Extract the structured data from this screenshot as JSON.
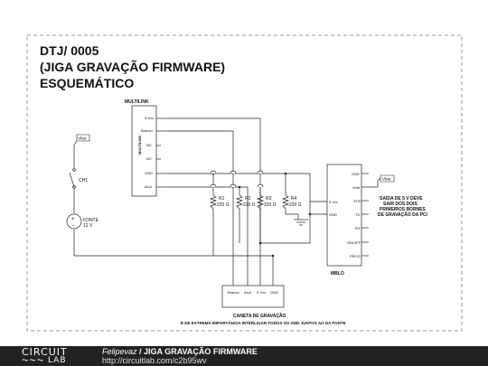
{
  "title": {
    "line1": "DTJ/ 0005",
    "line2": "(JIGA GRAVAÇÃO FIRMWARE)",
    "line3": "ESQUEMÁTICO"
  },
  "multilink": {
    "label": "MULTILINK",
    "vertical_label": "MULTILINK",
    "pins": [
      "5 Vcc",
      "Branco",
      "NC",
      "NC",
      "GND",
      "Azul"
    ]
  },
  "switch": {
    "label": "CH1"
  },
  "vbat_left": "Vbat",
  "vbat_right": "Vbat",
  "source": {
    "label": "FONTE",
    "voltage": "12 V",
    "plus": "+",
    "minus": "−"
  },
  "resistors": [
    {
      "name": "R1",
      "value": "220 Ω"
    },
    {
      "name": "R2",
      "value": "220 Ω"
    },
    {
      "name": "R3",
      "value": "220 Ω"
    },
    {
      "name": "R4",
      "value": "220 Ω"
    }
  ],
  "mblo": {
    "label": "MBLO",
    "left_pins": [
      "5 Vcc",
      "GND"
    ],
    "right_pins": [
      "GND",
      "Vbat",
      "STB",
      "TX",
      "RX",
      "ON/OFF",
      "PROG"
    ]
  },
  "note": {
    "line1": "SAÍDA DE 5 V DEVE",
    "line2": "SAIR DOS DOIS",
    "line3": "PRIMEIROS BORNES",
    "line4": "DE GRAVAÇÃO DA PCI"
  },
  "caneta": {
    "pins": [
      "Branco",
      "Azul",
      "5 Vcc",
      "GND"
    ],
    "label": "CANETA DE GRAVAÇÃO"
  },
  "warning": "É DE EXTREMA IMPORTÂNCIA INTERLIGAR TODOS OS GND JUNTOS AO DA FONTE",
  "footer": {
    "logo_top": "CIRCUIT",
    "logo_bottom": "LAB",
    "author": "Felipevaz",
    "separator": " / ",
    "project": "JIGA GRAVAÇÃO FIRMWARE",
    "url": "http://circuitlab.com/c2b95wv"
  }
}
